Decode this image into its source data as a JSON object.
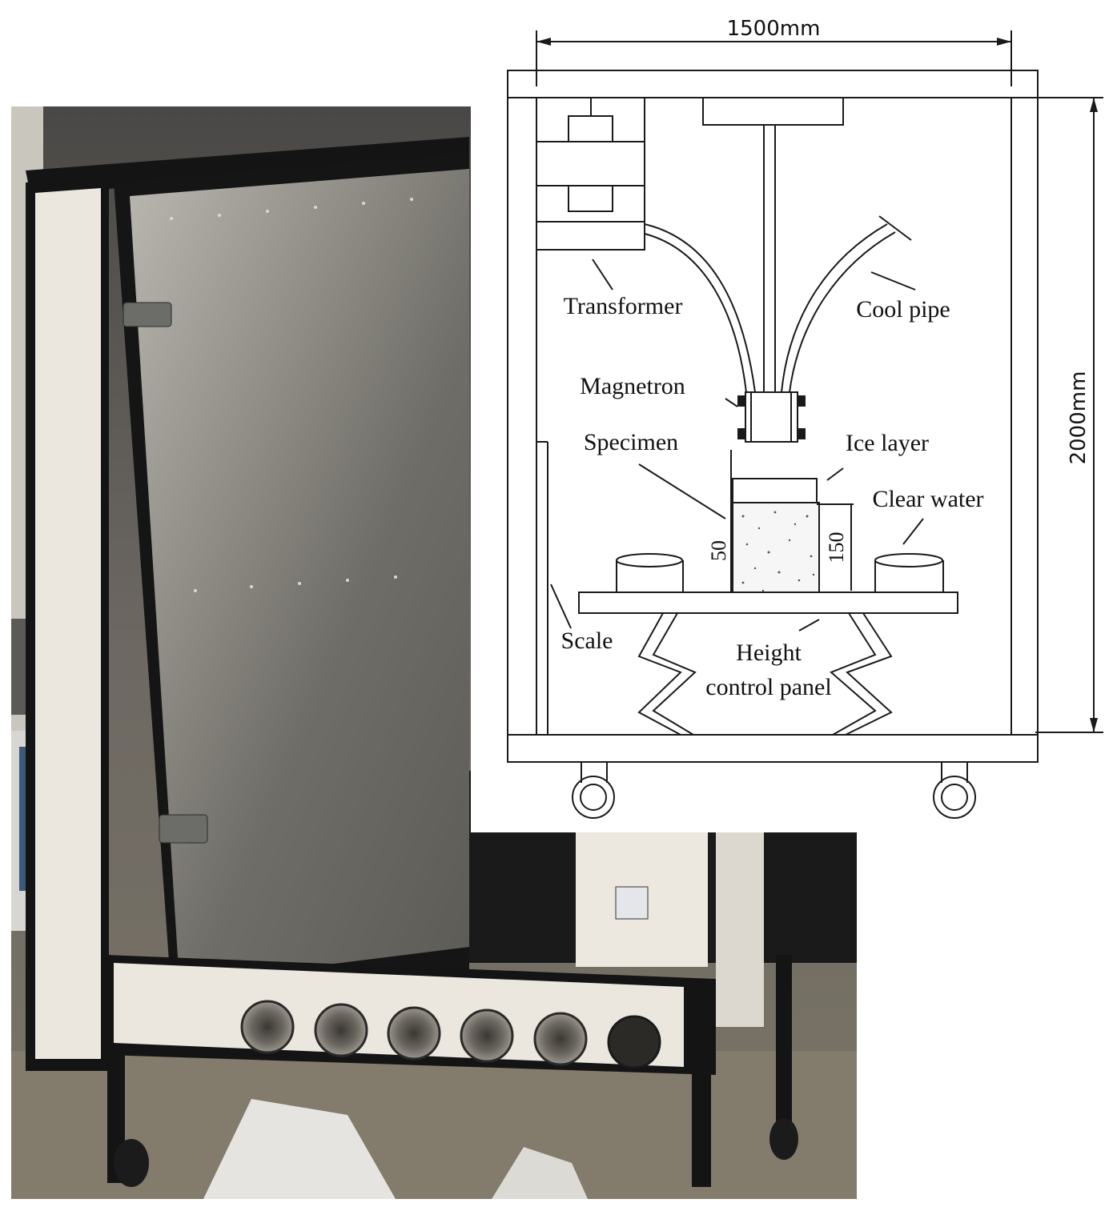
{
  "photo": {
    "subject": "microwave-deicing-test-chamber",
    "colors": {
      "frame": "#151515",
      "panel": "#ece8e0",
      "steel": "#8d8d86",
      "floor": "#7a7466"
    },
    "fan_count": 6
  },
  "diagram": {
    "dimensions": {
      "width": "1500mm",
      "height": "2000mm",
      "specimen_left": "50",
      "specimen_right": "150"
    },
    "labels": {
      "transformer": "Transformer",
      "cool_pipe": "Cool pipe",
      "magnetron": "Magnetron",
      "specimen": "Specimen",
      "ice_layer": "Ice layer",
      "clear_water": "Clear water",
      "scale": "Scale",
      "height_control_line1": "Height",
      "height_control_line2": "control panel"
    },
    "colors": {
      "line": "#1a1a1a",
      "background": "#ffffff"
    }
  }
}
